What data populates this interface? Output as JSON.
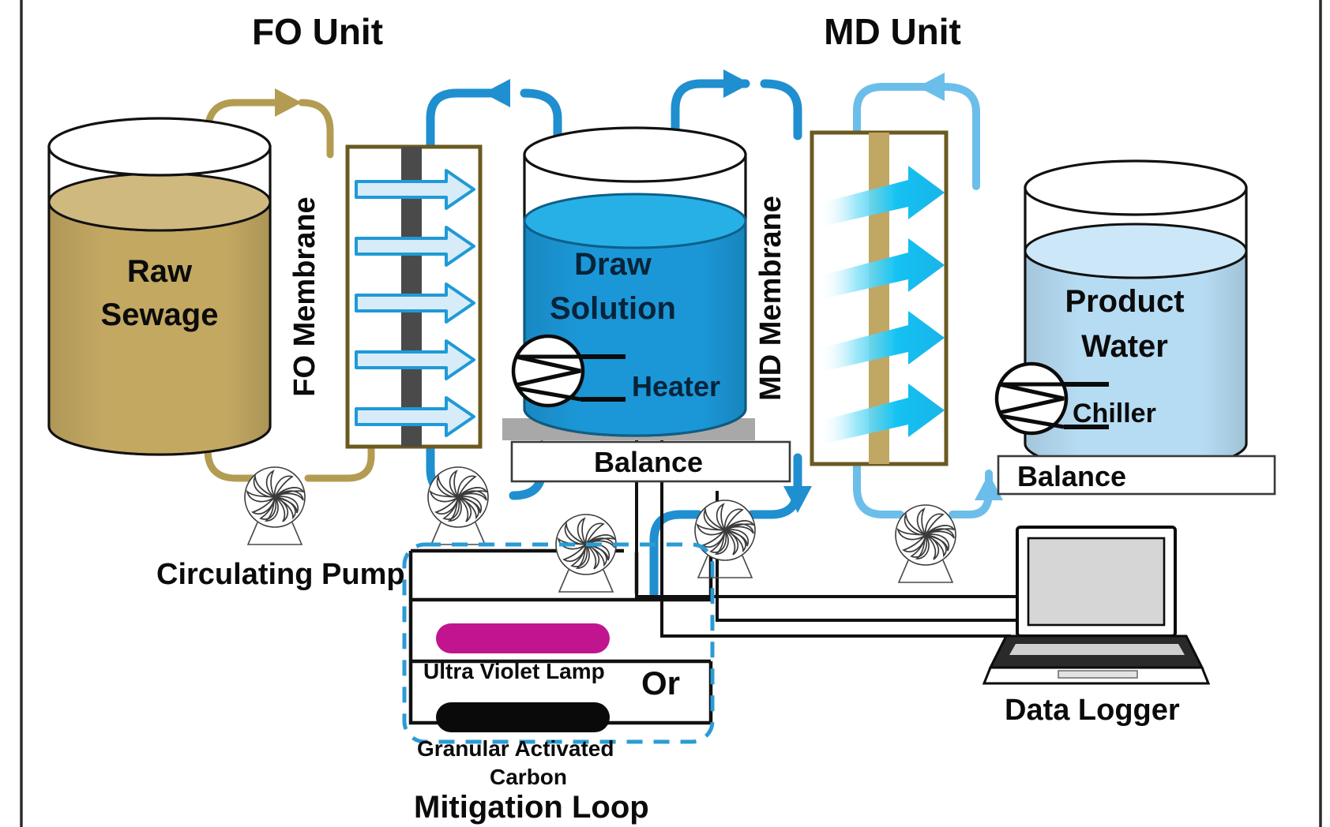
{
  "figure": {
    "type": "process-flow-diagram",
    "subject": "FO-MD hybrid sewage treatment system with mitigation loop",
    "background_color": "#ffffff",
    "frame_color": "#2b2b2b"
  },
  "titles": {
    "fo_unit": "FO Unit",
    "md_unit": "MD Unit"
  },
  "tanks": [
    {
      "id": "raw-sewage",
      "label_line1": "Raw",
      "label_line2": "Sewage",
      "liquid_color": "#c3a862",
      "liquid_top_color": "#cfb97f",
      "outline_color": "#111111"
    },
    {
      "id": "draw-solution",
      "label_line1": "Draw",
      "label_line2": "Solution",
      "liquid_color": "#1b97d7",
      "liquid_top_color": "#27b0e6",
      "outline_color": "#0d5f88",
      "device_label": "Heater",
      "device_icon": "heater-coil-icon",
      "platform_label": "Balance"
    },
    {
      "id": "product-water",
      "label_line1": "Product",
      "label_line2": "Water",
      "liquid_color": "#b6dcf3",
      "liquid_top_color": "#cbe7f8",
      "outline_color": "#111111",
      "device_label": "Chiller",
      "device_icon": "chiller-coil-icon",
      "platform_label": "Balance"
    }
  ],
  "membranes": [
    {
      "id": "fo-membrane",
      "label": "FO Membrane",
      "frame_color": "#6b5a1f",
      "strip_color": "#4a4a4a",
      "arrow_count": 5,
      "arrow_style": "outlined",
      "arrow_color": "#1f9ad6",
      "arrow_fill": "#d7ecf8"
    },
    {
      "id": "md-membrane",
      "label": "MD Membrane",
      "frame_color": "#6b5a1f",
      "strip_color": "#c0a764",
      "arrow_count": 4,
      "arrow_style": "gradient",
      "arrow_color": "#2ec4f2",
      "arrow_fill": "#00c4f5"
    }
  ],
  "pumps": {
    "label": "Circulating Pump",
    "icon": "impeller-pump-icon",
    "count": 5
  },
  "mitigation_loop": {
    "title": "Mitigation Loop",
    "border_color": "#2b9bd4",
    "border_style": "dashed",
    "options": [
      {
        "id": "uv-lamp",
        "label": "Ultra Violet Lamp",
        "color": "#c1158f",
        "shape": "rounded-bar"
      },
      {
        "id": "gac",
        "label_line1": "Granular Activated",
        "label_line2": "Carbon",
        "color": "#0a0a0a",
        "shape": "rounded-bar"
      }
    ],
    "connector_label": "Or"
  },
  "data_logger": {
    "label": "Data Logger",
    "icon": "laptop-icon",
    "screen_color": "#d6d6d6",
    "body_color": "#ffffff"
  },
  "pipes": [
    {
      "id": "feed-loop",
      "color": "#b39c52",
      "description": "Raw sewage feed loop to FO membrane"
    },
    {
      "id": "draw-loop-fo",
      "color": "#1f8fd0",
      "description": "Draw solution loop between FO membrane and draw tank"
    },
    {
      "id": "draw-loop-md",
      "color": "#1f8fd0",
      "description": "Hot draw solution loop to MD membrane"
    },
    {
      "id": "distillate-loop",
      "color": "#6cbeea",
      "description": "Cold product water loop from MD membrane"
    },
    {
      "id": "signal-wire",
      "color": "#111111",
      "description": "Black signal wiring from balances/heater to data logger"
    }
  ]
}
